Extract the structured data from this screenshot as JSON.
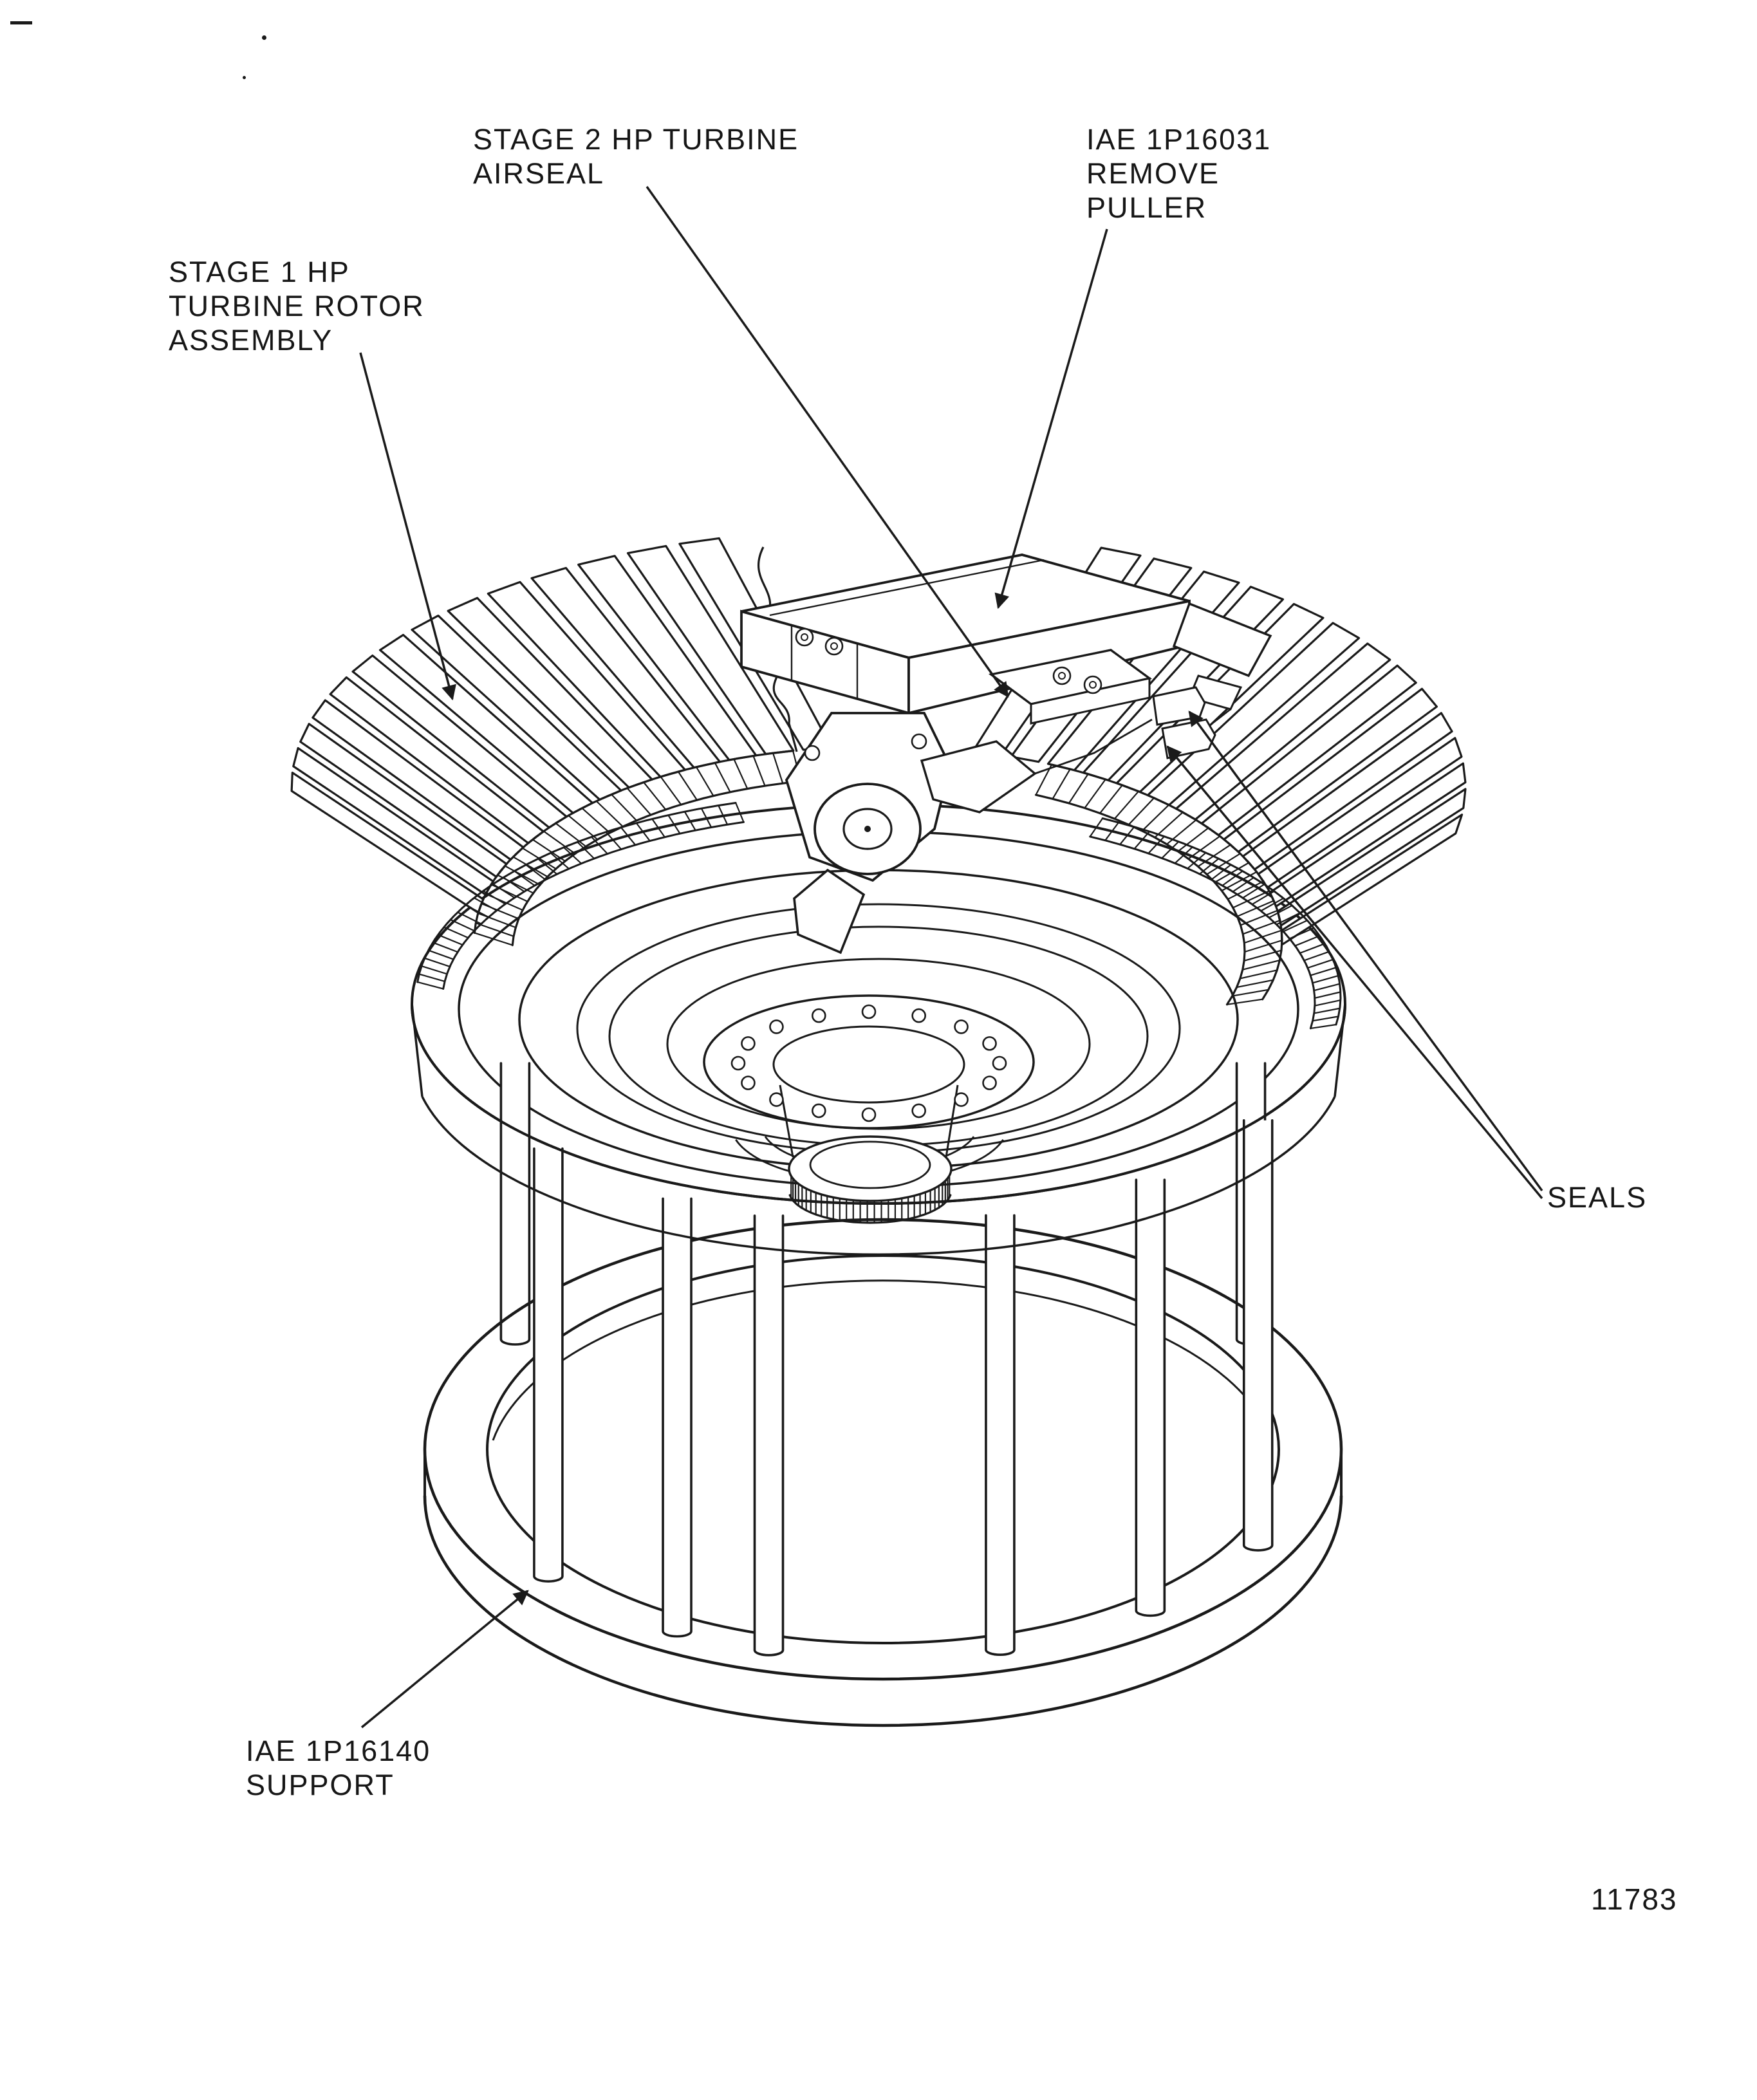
{
  "page": {
    "background": "#ffffff",
    "ink": "#1a1a1a"
  },
  "figure": {
    "number": "11783"
  },
  "labels": {
    "stage2_airseal": {
      "lines": [
        "STAGE 2 HP TURBINE",
        "AIRSEAL"
      ]
    },
    "remove_puller": {
      "lines": [
        "IAE 1P16031",
        "REMOVE",
        "PULLER"
      ]
    },
    "stage1_rotor": {
      "lines": [
        "STAGE 1 HP",
        "TURBINE ROTOR",
        "ASSEMBLY"
      ]
    },
    "seals": {
      "lines": [
        "SEALS"
      ]
    },
    "support": {
      "lines": [
        "IAE 1P16140",
        "SUPPORT"
      ]
    }
  }
}
